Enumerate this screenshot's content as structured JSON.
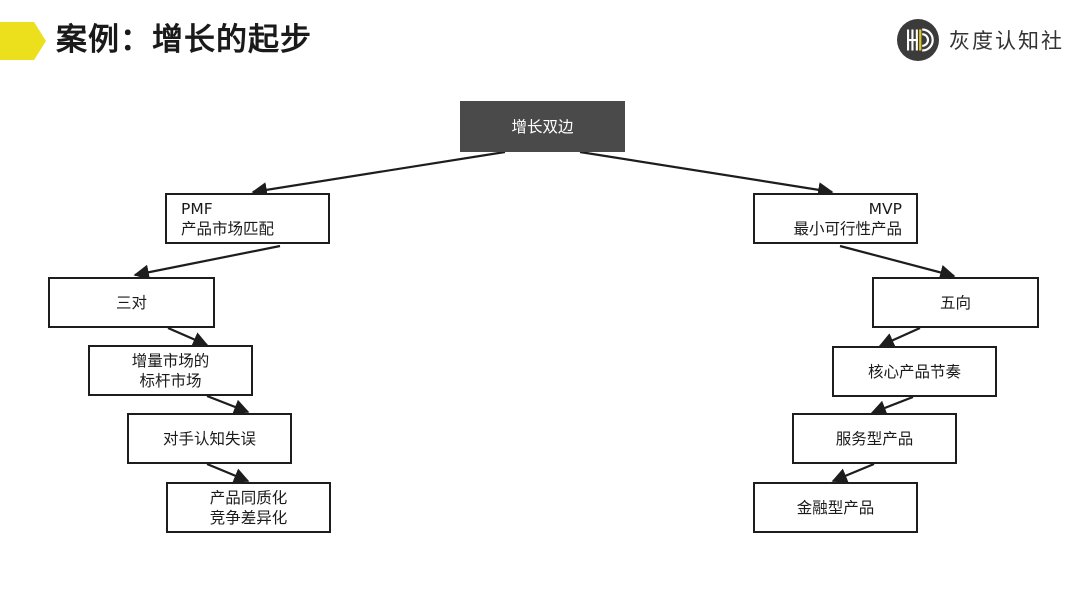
{
  "header": {
    "title": "案例：增长的起步",
    "marker_color": "#ecdf1c",
    "logo": {
      "name": "hd-logo-icon",
      "text": "灰度认知社",
      "mark_color": "#3b3b3b",
      "accent_color": "#d8c828"
    }
  },
  "diagram": {
    "type": "flowchart",
    "root_fill": "#4a4a4a",
    "node_border": "#1d1d1d",
    "nodes": {
      "root": {
        "line1": "增长双边"
      },
      "pmf": {
        "line1": "PMF",
        "line2": "产品市场匹配"
      },
      "mvp": {
        "line1": "MVP",
        "line2": "最小可行性产品"
      },
      "sandui": {
        "line1": "三对"
      },
      "zengliang": {
        "line1": "增量市场的",
        "line2": "标杆市场"
      },
      "duishou": {
        "line1": "对手认知失误"
      },
      "tongzhi": {
        "line1": "产品同质化",
        "line2": "竞争差异化"
      },
      "wuxiang": {
        "line1": "五向"
      },
      "hexin": {
        "line1": "核心产品节奏"
      },
      "fuwu": {
        "line1": "服务型产品"
      },
      "jinrong": {
        "line1": "金融型产品"
      }
    },
    "edges": [
      {
        "from": "root",
        "to": "pmf"
      },
      {
        "from": "root",
        "to": "mvp"
      },
      {
        "from": "pmf",
        "to": "sandui"
      },
      {
        "from": "sandui",
        "to": "zengliang"
      },
      {
        "from": "zengliang",
        "to": "duishou"
      },
      {
        "from": "duishou",
        "to": "tongzhi"
      },
      {
        "from": "mvp",
        "to": "wuxiang"
      },
      {
        "from": "wuxiang",
        "to": "hexin"
      },
      {
        "from": "hexin",
        "to": "fuwu"
      },
      {
        "from": "fuwu",
        "to": "jinrong"
      }
    ]
  }
}
